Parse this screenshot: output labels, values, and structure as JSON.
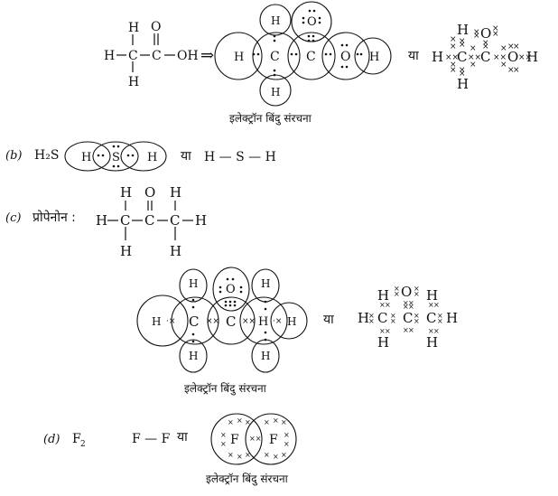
{
  "part_b": {
    "label": "(b)",
    "formula": "H₂S",
    "h": "H",
    "s": "S",
    "or": "या",
    "structure": "H — S — H"
  },
  "part_c": {
    "label": "(c)",
    "name": "प्रोपेनोन :",
    "h": "H",
    "c": "C",
    "o": "O",
    "or": "या"
  },
  "part_d": {
    "label": "(d)",
    "formula": "F",
    "subscript": "2",
    "structure": "F — F",
    "or": "या",
    "f": "F"
  },
  "acetic": {
    "h": "H",
    "c": "C",
    "o": "O",
    "oh": "OH",
    "arrow": "⇒",
    "or": "या"
  },
  "caption": "इलेक्ट्रॉन बिंदु संरचना"
}
